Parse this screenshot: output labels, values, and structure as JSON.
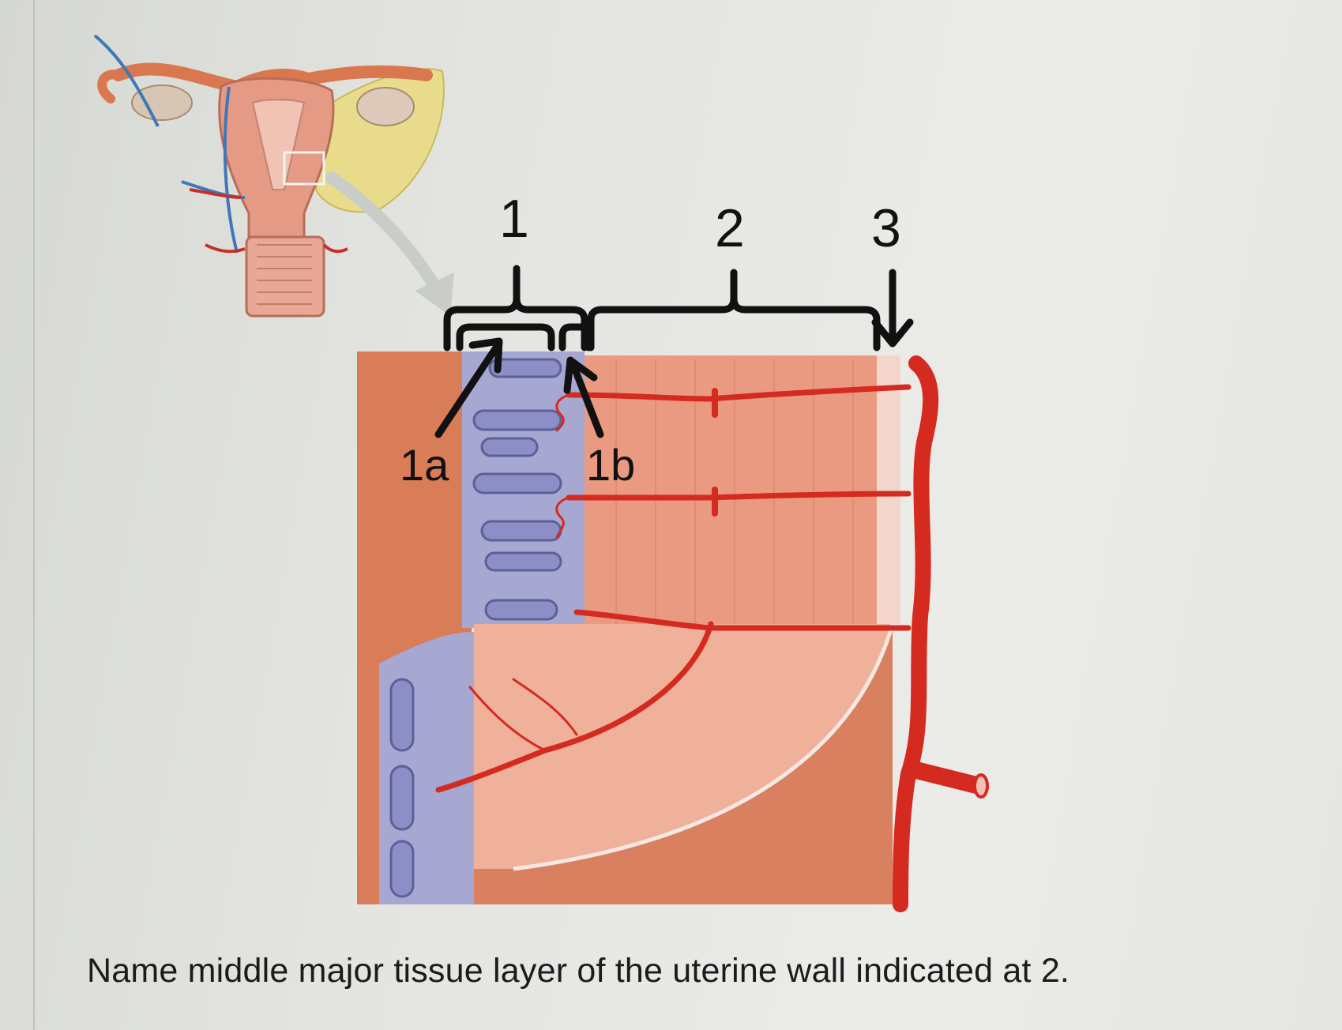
{
  "figure": {
    "labels": {
      "layer_1": "1",
      "layer_2": "2",
      "layer_3": "3",
      "sublayer_1a": "1a",
      "sublayer_1b": "1b"
    }
  },
  "question": {
    "text": "Name middle major tissue layer of the uterine wall indicated at 2."
  }
}
